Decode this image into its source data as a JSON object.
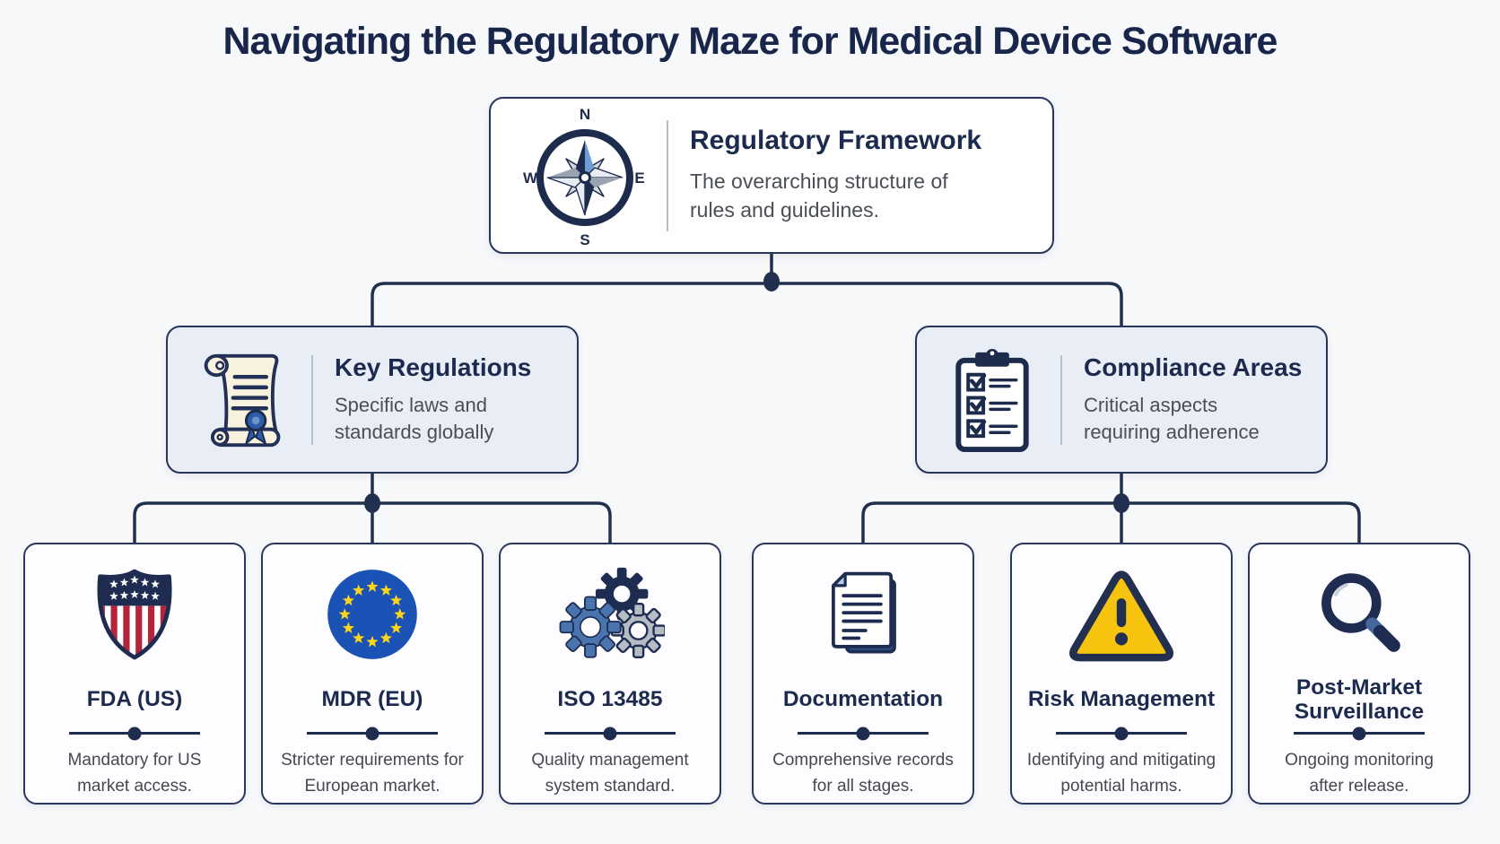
{
  "title": "Navigating the Regulatory Maze for Medical Device Software",
  "root": {
    "icon": "compass-icon",
    "heading": "Regulatory Framework",
    "description": "The overarching structure of rules and guidelines."
  },
  "compass": {
    "n": "N",
    "e": "E",
    "s": "S",
    "w": "W"
  },
  "branches": [
    {
      "id": "key-regulations",
      "icon": "scroll-icon",
      "heading": "Key Regulations",
      "description": "Specific laws and standards globally"
    },
    {
      "id": "compliance-areas",
      "icon": "checklist-clipboard-icon",
      "heading": "Compliance Areas",
      "description": "Critical aspects requiring adherence"
    }
  ],
  "leaves": [
    {
      "id": "fda-us",
      "icon": "us-shield-icon",
      "heading": "FDA (US)",
      "description": "Mandatory for US market access."
    },
    {
      "id": "mdr-eu",
      "icon": "eu-flag-icon",
      "heading": "MDR (EU)",
      "description": "Stricter requirements for European market."
    },
    {
      "id": "iso-13485",
      "icon": "gears-icon",
      "heading": "ISO 13485",
      "description": "Quality management system standard."
    },
    {
      "id": "documentation",
      "icon": "documents-icon",
      "heading": "Documentation",
      "description": "Comprehensive records for all stages."
    },
    {
      "id": "risk-management",
      "icon": "warning-triangle-icon",
      "heading": "Risk Management",
      "description": "Identifying and mitigating potential harms."
    },
    {
      "id": "post-market-surveillance",
      "icon": "magnifier-icon",
      "heading": "Post-Market Surveillance",
      "description": "Ongoing monitoring after release."
    }
  ],
  "colors": {
    "navy": "#1e2c50",
    "heading_navy": "#1b2a4e",
    "panel_bg": "#e9eef6",
    "card_bg": "#fdfdff",
    "page_bg": "#f7f8fa",
    "text_gray": "#45494f",
    "eu_blue": "#1a53b5",
    "star_yellow": "#ffd617",
    "warning_yellow": "#f6c40e",
    "shield_red": "#b5243a",
    "parchment": "#f9f2de",
    "seal_blue": "#2e5ca6"
  }
}
